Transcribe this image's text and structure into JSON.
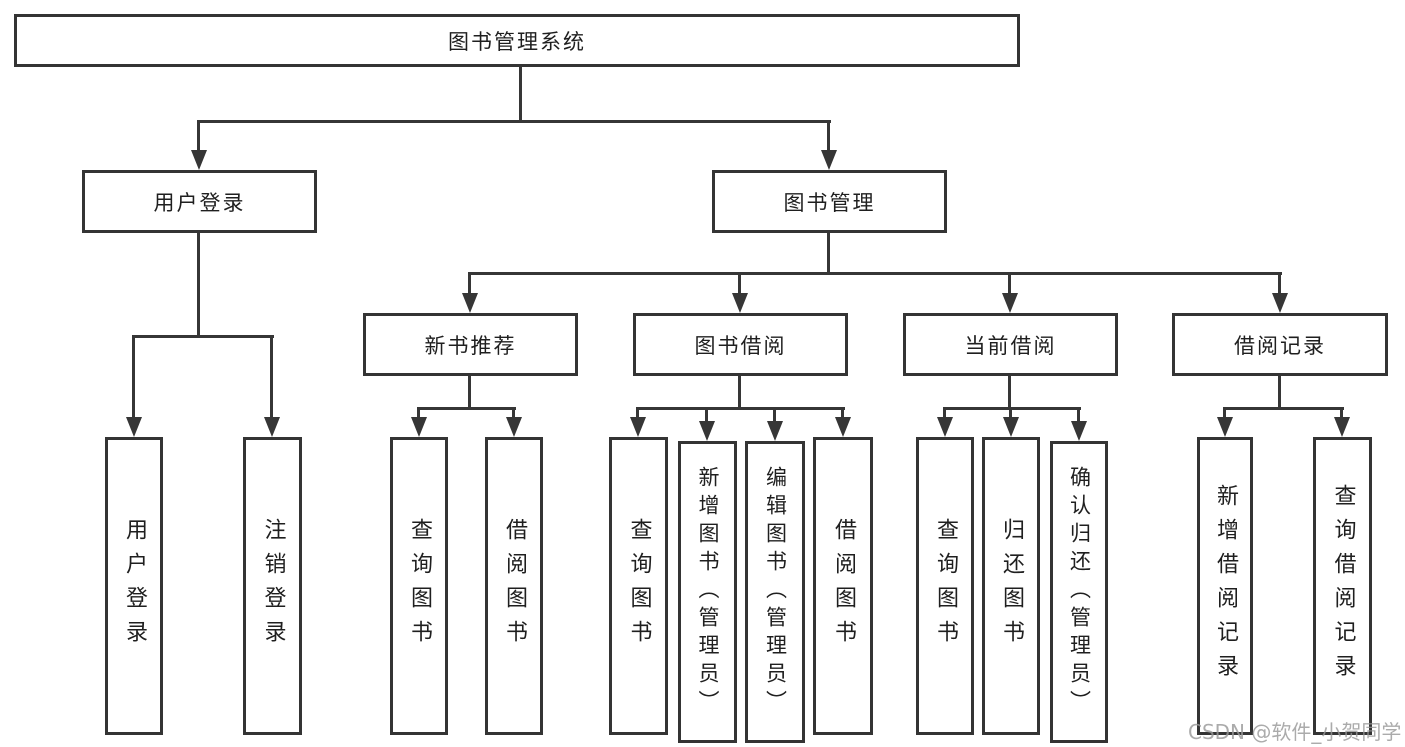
{
  "root": {
    "label": "图书管理系统"
  },
  "branches": {
    "user": {
      "label": "用户登录",
      "children": [
        {
          "label": "用户登录"
        },
        {
          "label": "注销登录"
        }
      ]
    },
    "book": {
      "label": "图书管理",
      "sections": [
        {
          "label": "新书推荐",
          "children": [
            {
              "label": "查询图书"
            },
            {
              "label": "借阅图书"
            }
          ]
        },
        {
          "label": "图书借阅",
          "children": [
            {
              "label": "查询图书"
            },
            {
              "label": "新增图书（管理员）"
            },
            {
              "label": "编辑图书（管理员）"
            },
            {
              "label": "借阅图书"
            }
          ]
        },
        {
          "label": "当前借阅",
          "children": [
            {
              "label": "查询图书"
            },
            {
              "label": "归还图书"
            },
            {
              "label": "确认归还（管理员）"
            }
          ]
        },
        {
          "label": "借阅记录",
          "children": [
            {
              "label": "新增借阅记录"
            },
            {
              "label": "查询借阅记录"
            }
          ]
        }
      ]
    }
  },
  "watermark": {
    "text": "CSDN @软件_小贺同学",
    "color": "#989898"
  },
  "colors": {
    "line": "#363636",
    "box_border": "#343434",
    "text": "#1f1f1f",
    "background": "#ffffff"
  }
}
